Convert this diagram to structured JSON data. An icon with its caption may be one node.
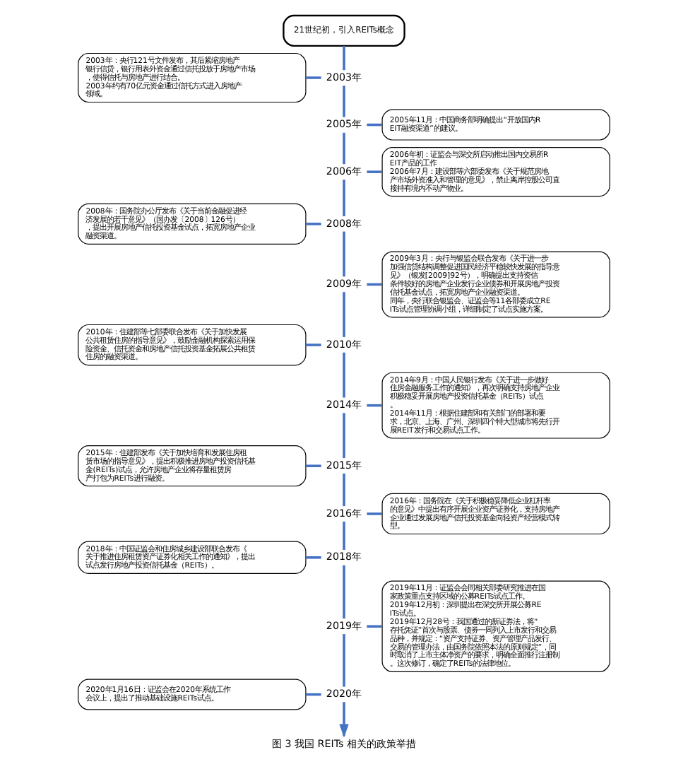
{
  "diagram": {
    "caption": "图 3 我国 REITs 相关的政策举措",
    "nodes": [
      {
        "text": [
          "21世纪初，引入REITs概念"
        ]
      },
      {
        "text": [
          "2003年"
        ]
      },
      {
        "text": [
          "2005年"
        ]
      },
      {
        "text": [
          "2006年"
        ]
      },
      {
        "text": [
          "2008年"
        ]
      },
      {
        "text": [
          "2009年"
        ]
      },
      {
        "text": [
          "2010年"
        ]
      },
      {
        "text": [
          "2014年"
        ]
      },
      {
        "text": [
          "2015年"
        ]
      },
      {
        "text": [
          "2016年"
        ]
      },
      {
        "text": [
          "2018年"
        ]
      },
      {
        "text": [
          "2019年"
        ]
      },
      {
        "text": [
          "2020年"
        ]
      },
      {
        "text": [
          "2003年：央行121号文件发布，其后紧缩房地产银行信贷，银行用表外资金通过信托投放于房地产市场，使得信托与房地产进行结合。",
          "2003年约有70亿元资金通过信托方式进入房地产领域。"
        ]
      },
      {
        "text": [
          "2005年11月：中国商务部明确提出“开放国内REIT融资渠道”的建议。"
        ]
      },
      {
        "text": [
          "2006年初：证监会与深交所启动推出国内交易所REIT产品的工作",
          "2006年7月：建设部等六部委发布《关于规范房地产市场外资准入和管理的意见》，禁止离岸控股公司直接持有境内不动产物业。"
        ]
      },
      {
        "text": [
          "2008年：国务院办公厅发布《关于当前金融促进经济发展的若干意见》（国办发〔2008〕126号），提出开展房地产信托投资基金试点，拓宽房地产企业融资渠道。"
        ]
      },
      {
        "text": [
          "2009年3月：央行与银监会联合发布《关于进一步加强信贷结构调整促进国民经济平稳较快发展的指导意见》（银发[2009]92号），明确提出支持资信条件较好的房地产企业发行企业债券和开展房地产投资信托基金试点，拓宽房地产企业融资渠道。",
          "同年，央行联合银监会、证监会等11各部委成立REITs试点管理协调小组，详细制定了试点实施方案。"
        ]
      },
      {
        "text": [
          "2010年：住建部等七部委联合发布《关于加快发展公共租赁住房的指导意见》，鼓励金融机构探索运用保险资金、信托资金和房地产信托投资基金拓展公共租赁住房的融资渠道。"
        ]
      },
      {
        "text": [
          "2014年9月：中国人民银行发布《关于进一步做好住房金融服务工作的通知》，再次明确支持房地产企业积极稳妥开展房地产投资信托基金（REITs）试点。",
          "2014年11月：根据住建部和有关部门的部署和要求，北京、上海、广州、深圳四个特大型城市将先行开展REIT发行和交易试点工作。"
        ]
      },
      {
        "text": [
          "2015年：住建部发布《关于加快培育和发展住房租赁市场的指导意见》，提出积极推进房地产投资信托基金(REITs)试点，允许房地产企业将存量租赁房产打包为REITs进行融资。"
        ]
      },
      {
        "text": [
          "2016年：国务院在《关于积极稳妥降低企业杠杆率的意见》中提出有序开展企业资产证券化，支持房地产企业通过发展房地产信托投资基金向轻资产经营模式转型。"
        ]
      },
      {
        "text": [
          "2018年：中国证监会和住房城乡建设部联合发布《关于推进住房租赁资产证券化相关工作的通知》，提出试点发行房地产投资信托基金（REITs）。"
        ]
      },
      {
        "text": [
          "2019年11月：证监会会同相关部委研究推进在国家政策重点支持区域的公募REITs试点工作。",
          "2019年12月初：深圳提出在深交所开展公募REITs试点。",
          "2019年12月28号：我国通过的新证券法，将“存托凭证”首次与股票、债券一同列入上市发行和交易品种，并规定：“资产支持证券、资产管理产品发行、交易的管理办法，由国务院依照本法的原则规定”，同时取消了上市主体净资产的要求，明确全面推行注册制。这次修订，确定了REITs的法律地位。"
        ]
      },
      {
        "text": [
          "2020年1月16日：证监会在2020年系统工作会议上，提出了推动基础设施REITs试点。"
        ]
      }
    ],
    "edges": [
      {
        "from": 0,
        "to": 1,
        "arrow": "none"
      },
      {
        "from": 1,
        "to": 2,
        "arrow": "none"
      },
      {
        "from": 2,
        "to": 3,
        "arrow": "none"
      },
      {
        "from": 3,
        "to": 4,
        "arrow": "none"
      },
      {
        "from": 4,
        "to": 5,
        "arrow": "none"
      },
      {
        "from": 5,
        "to": 6,
        "arrow": "none"
      },
      {
        "from": 6,
        "to": 7,
        "arrow": "none"
      },
      {
        "from": 7,
        "to": 8,
        "arrow": "none"
      },
      {
        "from": 8,
        "to": 9,
        "arrow": "none"
      },
      {
        "from": 9,
        "to": 10,
        "arrow": "none"
      },
      {
        "from": 10,
        "to": 11,
        "arrow": "none"
      },
      {
        "from": 11,
        "to": 12,
        "arrow": "none"
      },
      {
        "from": 12,
        "to": null,
        "arrow": "to"
      },
      {
        "from": 13,
        "to": 1,
        "arrow": "none"
      },
      {
        "from": 2,
        "to": 14,
        "arrow": "none"
      },
      {
        "from": 3,
        "to": 15,
        "arrow": "none"
      },
      {
        "from": 16,
        "to": 4,
        "arrow": "none"
      },
      {
        "from": 5,
        "to": 17,
        "arrow": "none"
      },
      {
        "from": 18,
        "to": 6,
        "arrow": "none"
      },
      {
        "from": 7,
        "to": 19,
        "arrow": "none"
      },
      {
        "from": 20,
        "to": 8,
        "arrow": "none"
      },
      {
        "from": 9,
        "to": 21,
        "arrow": "none"
      },
      {
        "from": 22,
        "to": 10,
        "arrow": "none"
      },
      {
        "from": 11,
        "to": 23,
        "arrow": "none"
      },
      {
        "from": 24,
        "to": 12,
        "arrow": "none"
      }
    ]
  }
}
